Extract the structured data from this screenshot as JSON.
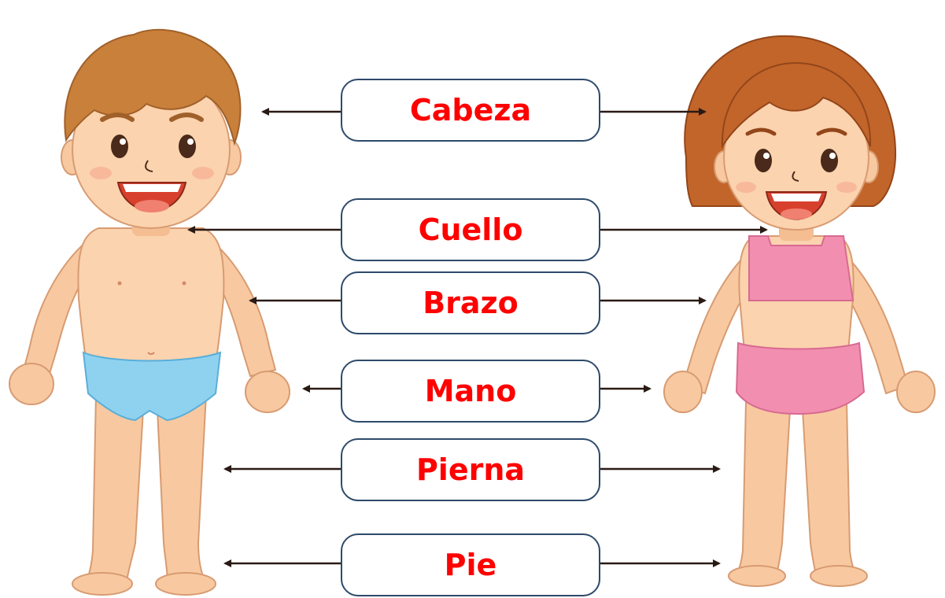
{
  "labels": [
    {
      "id": "cabeza",
      "text": "Cabeza"
    },
    {
      "id": "cuello",
      "text": "Cuello"
    },
    {
      "id": "brazo",
      "text": "Brazo"
    },
    {
      "id": "mano",
      "text": "Mano"
    },
    {
      "id": "pierna",
      "text": "Pierna"
    },
    {
      "id": "pie",
      "text": "Pie"
    }
  ],
  "figures": [
    {
      "id": "boy",
      "icon": "boy-figure-icon"
    },
    {
      "id": "girl",
      "icon": "girl-figure-icon"
    }
  ],
  "colors": {
    "label_text": "#ff0000",
    "box_border": "#2e4a6b",
    "arrow": "#2a1a14",
    "skin": "#f8c9a0",
    "boy_hair": "#c9803a",
    "girl_hair": "#c2652a",
    "boy_briefs": "#8fd2f0",
    "girl_clothes": "#f28fb0"
  }
}
